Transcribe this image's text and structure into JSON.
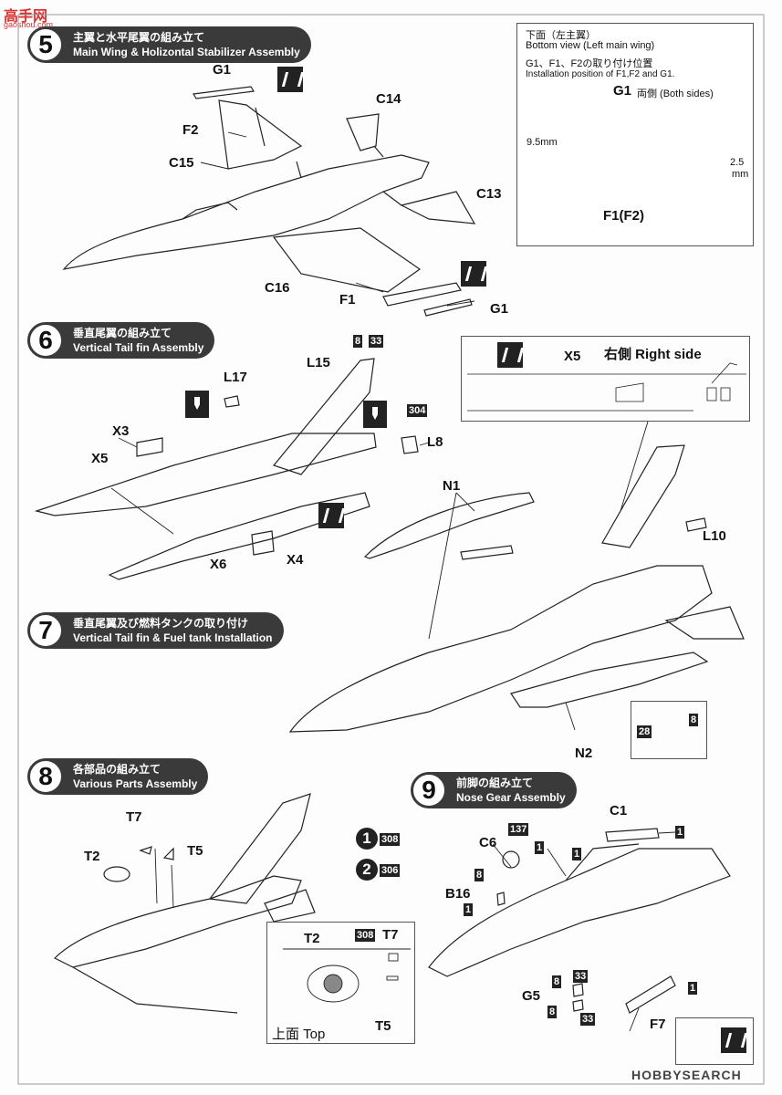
{
  "site_logo": {
    "text": "高手网",
    "sub": "gaoshou.com"
  },
  "watermark": "HOBBYSEARCH",
  "steps": [
    {
      "num": "5",
      "jp": "主翼と水平尾翼の組み立て",
      "en": "Main Wing & Holizontal Stabilizer Assembly"
    },
    {
      "num": "6",
      "jp": "垂直尾翼の組み立て",
      "en": "Vertical Tail fin Assembly"
    },
    {
      "num": "7",
      "jp": "垂直尾翼及び燃料タンクの取り付け",
      "en": "Vertical Tail fin & Fuel tank Installation"
    },
    {
      "num": "8",
      "jp": "各部品の組み立て",
      "en": "Various Parts Assembly"
    },
    {
      "num": "9",
      "jp": "前脚の組み立て",
      "en": "Nose Gear Assembly"
    }
  ],
  "step5": {
    "parts": [
      "G1",
      "F2",
      "C15",
      "C14",
      "C13",
      "C16",
      "F1",
      "G1"
    ],
    "detail": {
      "jp_title": "下面（左主翼）",
      "en_title": "Bottom view (Left main wing)",
      "jp_install": "G1、F1、F2の取り付け位置",
      "en_install": "Installation position of F1,F2 and G1.",
      "g1_label": "G1",
      "g1_note": "両側 (Both sides)",
      "dim1": "9.5mm",
      "dim2a": "2.5",
      "dim2b": "mm",
      "f_label": "F1(F2)"
    }
  },
  "step6": {
    "parts": [
      "L17",
      "L15",
      "X3",
      "X5",
      "L8",
      "X6",
      "X4"
    ],
    "paint_codes": [
      "8",
      "33",
      "304"
    ]
  },
  "step7": {
    "right_side_label": "右側 Right side",
    "x5_label": "X5",
    "parts": [
      "N1",
      "L10",
      "N2"
    ],
    "paint_codes": [
      "28",
      "8"
    ]
  },
  "step8": {
    "parts": [
      "T7",
      "T2",
      "T5"
    ],
    "decal_1": "1",
    "decal_1_code": "308",
    "decal_2": "2",
    "decal_2_code": "306",
    "detail": {
      "t2": "T2",
      "t7": "T7",
      "t7_code": "308",
      "t5": "T5",
      "top_label": "上面  Top"
    }
  },
  "step9": {
    "parts": [
      "C1",
      "C6",
      "B16",
      "G5",
      "F7"
    ],
    "paint_codes": [
      "137",
      "1",
      "8",
      "1",
      "1",
      "1",
      "8",
      "33",
      "8",
      "33",
      "1"
    ]
  }
}
